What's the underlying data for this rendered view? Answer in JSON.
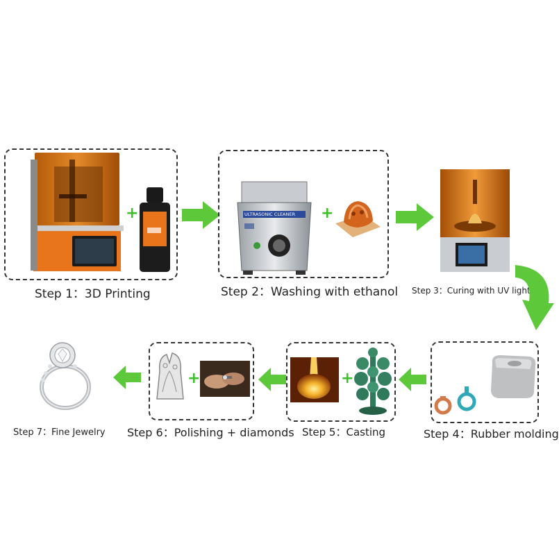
{
  "steps": [
    {
      "label": "Step 1：3D Printing"
    },
    {
      "label": "Step 2：Washing with ethanol"
    },
    {
      "label": "Step 3：Curing with UV light"
    },
    {
      "label": "Step 4：Rubber molding"
    },
    {
      "label": "Step 5：Casting"
    },
    {
      "label": "Step 6：Polishing + diamonds"
    },
    {
      "label": "Step 7：Fine Jewelry"
    }
  ],
  "plus_sign": "+",
  "cleaner_text": "ULTRASONIC CLEANER",
  "colors": {
    "arrow_green": "#5cc83a",
    "printer_orange": "#e8741c",
    "resin_amber": "#c96a12",
    "border": "#333333"
  },
  "icons": [
    "resin-printer-icon",
    "resin-bottle-icon",
    "ultrasonic-cleaner-icon",
    "printed-model-icon",
    "uv-curing-station-icon",
    "silicone-mold-icon",
    "wax-ring-icon",
    "molten-metal-icon",
    "cast-tree-icon",
    "polished-piece-icon",
    "polishing-hands-icon",
    "diamond-ring-icon",
    "green-arrow-icon",
    "curved-green-arrow-icon"
  ]
}
